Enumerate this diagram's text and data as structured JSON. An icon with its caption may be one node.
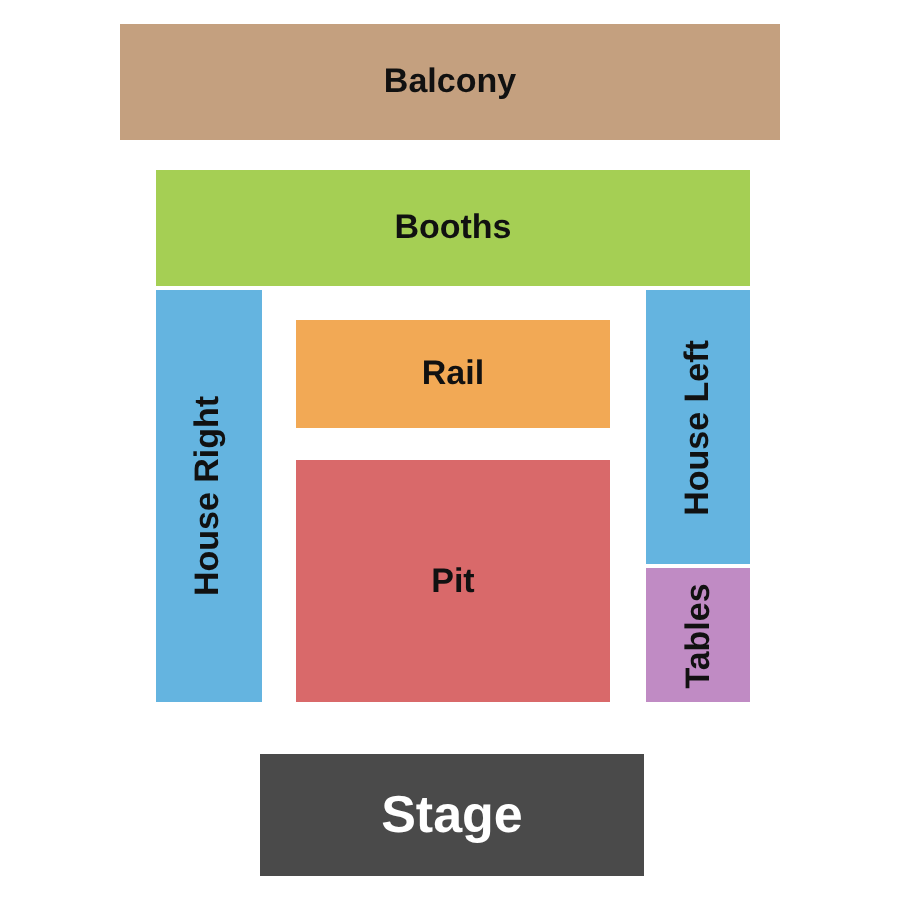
{
  "diagram": {
    "nodes": [
      {
        "text": [
          "Balcony"
        ]
      },
      {
        "text": [
          "Booths"
        ]
      },
      {
        "text": [
          "House Right"
        ]
      },
      {
        "text": [
          "Rail"
        ]
      },
      {
        "text": [
          "Pit"
        ]
      },
      {
        "text": [
          "House Left"
        ]
      },
      {
        "text": [
          "Tables"
        ]
      },
      {
        "text": [
          "Stage"
        ]
      }
    ]
  }
}
